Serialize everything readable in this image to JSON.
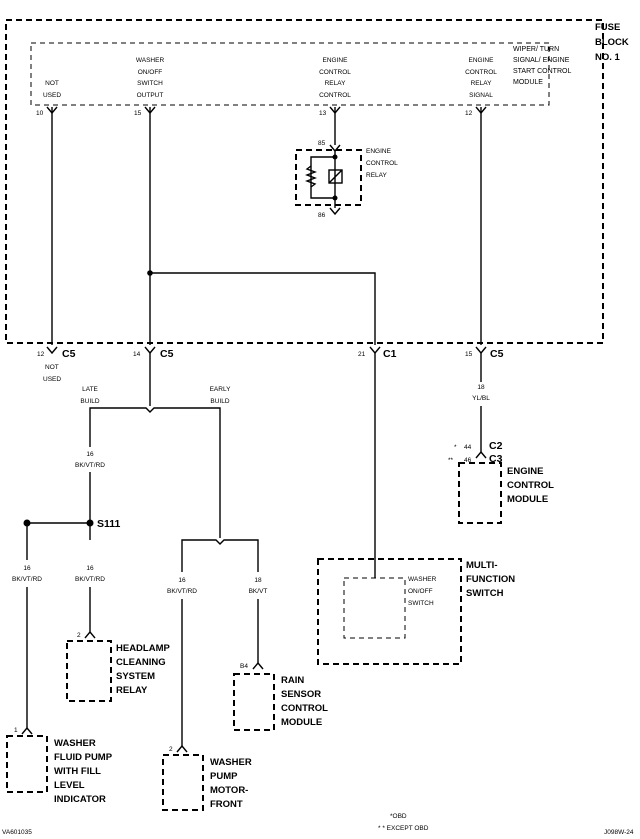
{
  "fuse_block": {
    "title_line1": "FUSE",
    "title_line2": "BLOCK",
    "title_line3": "NO. 1",
    "module_line1": "WIPER/ TURN",
    "module_line2": "SIGNAL/ ENGINE",
    "module_line3": "START CONTROL",
    "module_line4": "MODULE"
  },
  "pins": {
    "p10": {
      "num": "10",
      "label1": "NOT",
      "label2": "USED"
    },
    "p15": {
      "num": "15",
      "label1": "WASHER",
      "label2": "ON/OFF",
      "label3": "SWITCH",
      "label4": "OUTPUT"
    },
    "p13": {
      "num": "13",
      "label1": "ENGINE",
      "label2": "CONTROL",
      "label3": "RELAY",
      "label4": "CONTROL"
    },
    "p12": {
      "num": "12",
      "label1": "ENGINE",
      "label2": "CONTROL",
      "label3": "RELAY",
      "label4": "SIGNAL"
    }
  },
  "relay": {
    "label1": "ENGINE",
    "label2": "CONTROL",
    "label3": "RELAY",
    "pin_top": "85",
    "pin_bottom": "86"
  },
  "connectors": {
    "c5a": {
      "pin": "12",
      "name": "C5",
      "note1": "NOT",
      "note2": "USED"
    },
    "c5b": {
      "pin": "14",
      "name": "C5"
    },
    "c1": {
      "pin": "21",
      "name": "C1"
    },
    "c5c": {
      "pin": "15",
      "name": "C5"
    }
  },
  "wires": {
    "w18_ylbl": {
      "gauge": "18",
      "color": "YL/BL"
    },
    "w16_late": {
      "gauge": "16",
      "color": "BK/VT/RD"
    },
    "w16_left": {
      "gauge": "16",
      "color": "BK/VT/RD"
    },
    "w16_headlamp": {
      "gauge": "16",
      "color": "BK/VT/RD"
    },
    "w16_pump": {
      "gauge": "16",
      "color": "BK/VT/RD"
    },
    "w18_rain": {
      "gauge": "18",
      "color": "BK/VT"
    }
  },
  "builds": {
    "late1": "LATE",
    "late2": "BUILD",
    "early1": "EARLY",
    "early2": "BUILD"
  },
  "splice": "S111",
  "ecm": {
    "pin_a": "44",
    "mark_a": "*",
    "conn_a": "C2",
    "pin_b": "46",
    "mark_b": "**",
    "conn_b": "C3",
    "label1": "ENGINE",
    "label2": "CONTROL",
    "label3": "MODULE"
  },
  "mfs": {
    "inner1": "WASHER",
    "inner2": "ON/OFF",
    "inner3": "SWITCH",
    "label1": "MULTI-",
    "label2": "FUNCTION",
    "label3": "SWITCH"
  },
  "headlamp": {
    "pin": "2",
    "label1": "HEADLAMP",
    "label2": "CLEANING",
    "label3": "SYSTEM",
    "label4": "RELAY"
  },
  "rain": {
    "pin": "B4",
    "label1": "RAIN",
    "label2": "SENSOR",
    "label3": "CONTROL",
    "label4": "MODULE"
  },
  "washer_pump_fluid": {
    "pin": "1",
    "label1": "WASHER",
    "label2": "FLUID PUMP",
    "label3": "WITH FILL",
    "label4": "LEVEL",
    "label5": "INDICATOR"
  },
  "washer_pump_front": {
    "pin": "2",
    "label1": "WASHER",
    "label2": "PUMP",
    "label3": "MOTOR-",
    "label4": "FRONT"
  },
  "legend": {
    "obd": "*OBD",
    "except_obd": "* * EXCEPT OBD"
  },
  "footer": {
    "left": "VA601035",
    "right": "J098W-24"
  }
}
